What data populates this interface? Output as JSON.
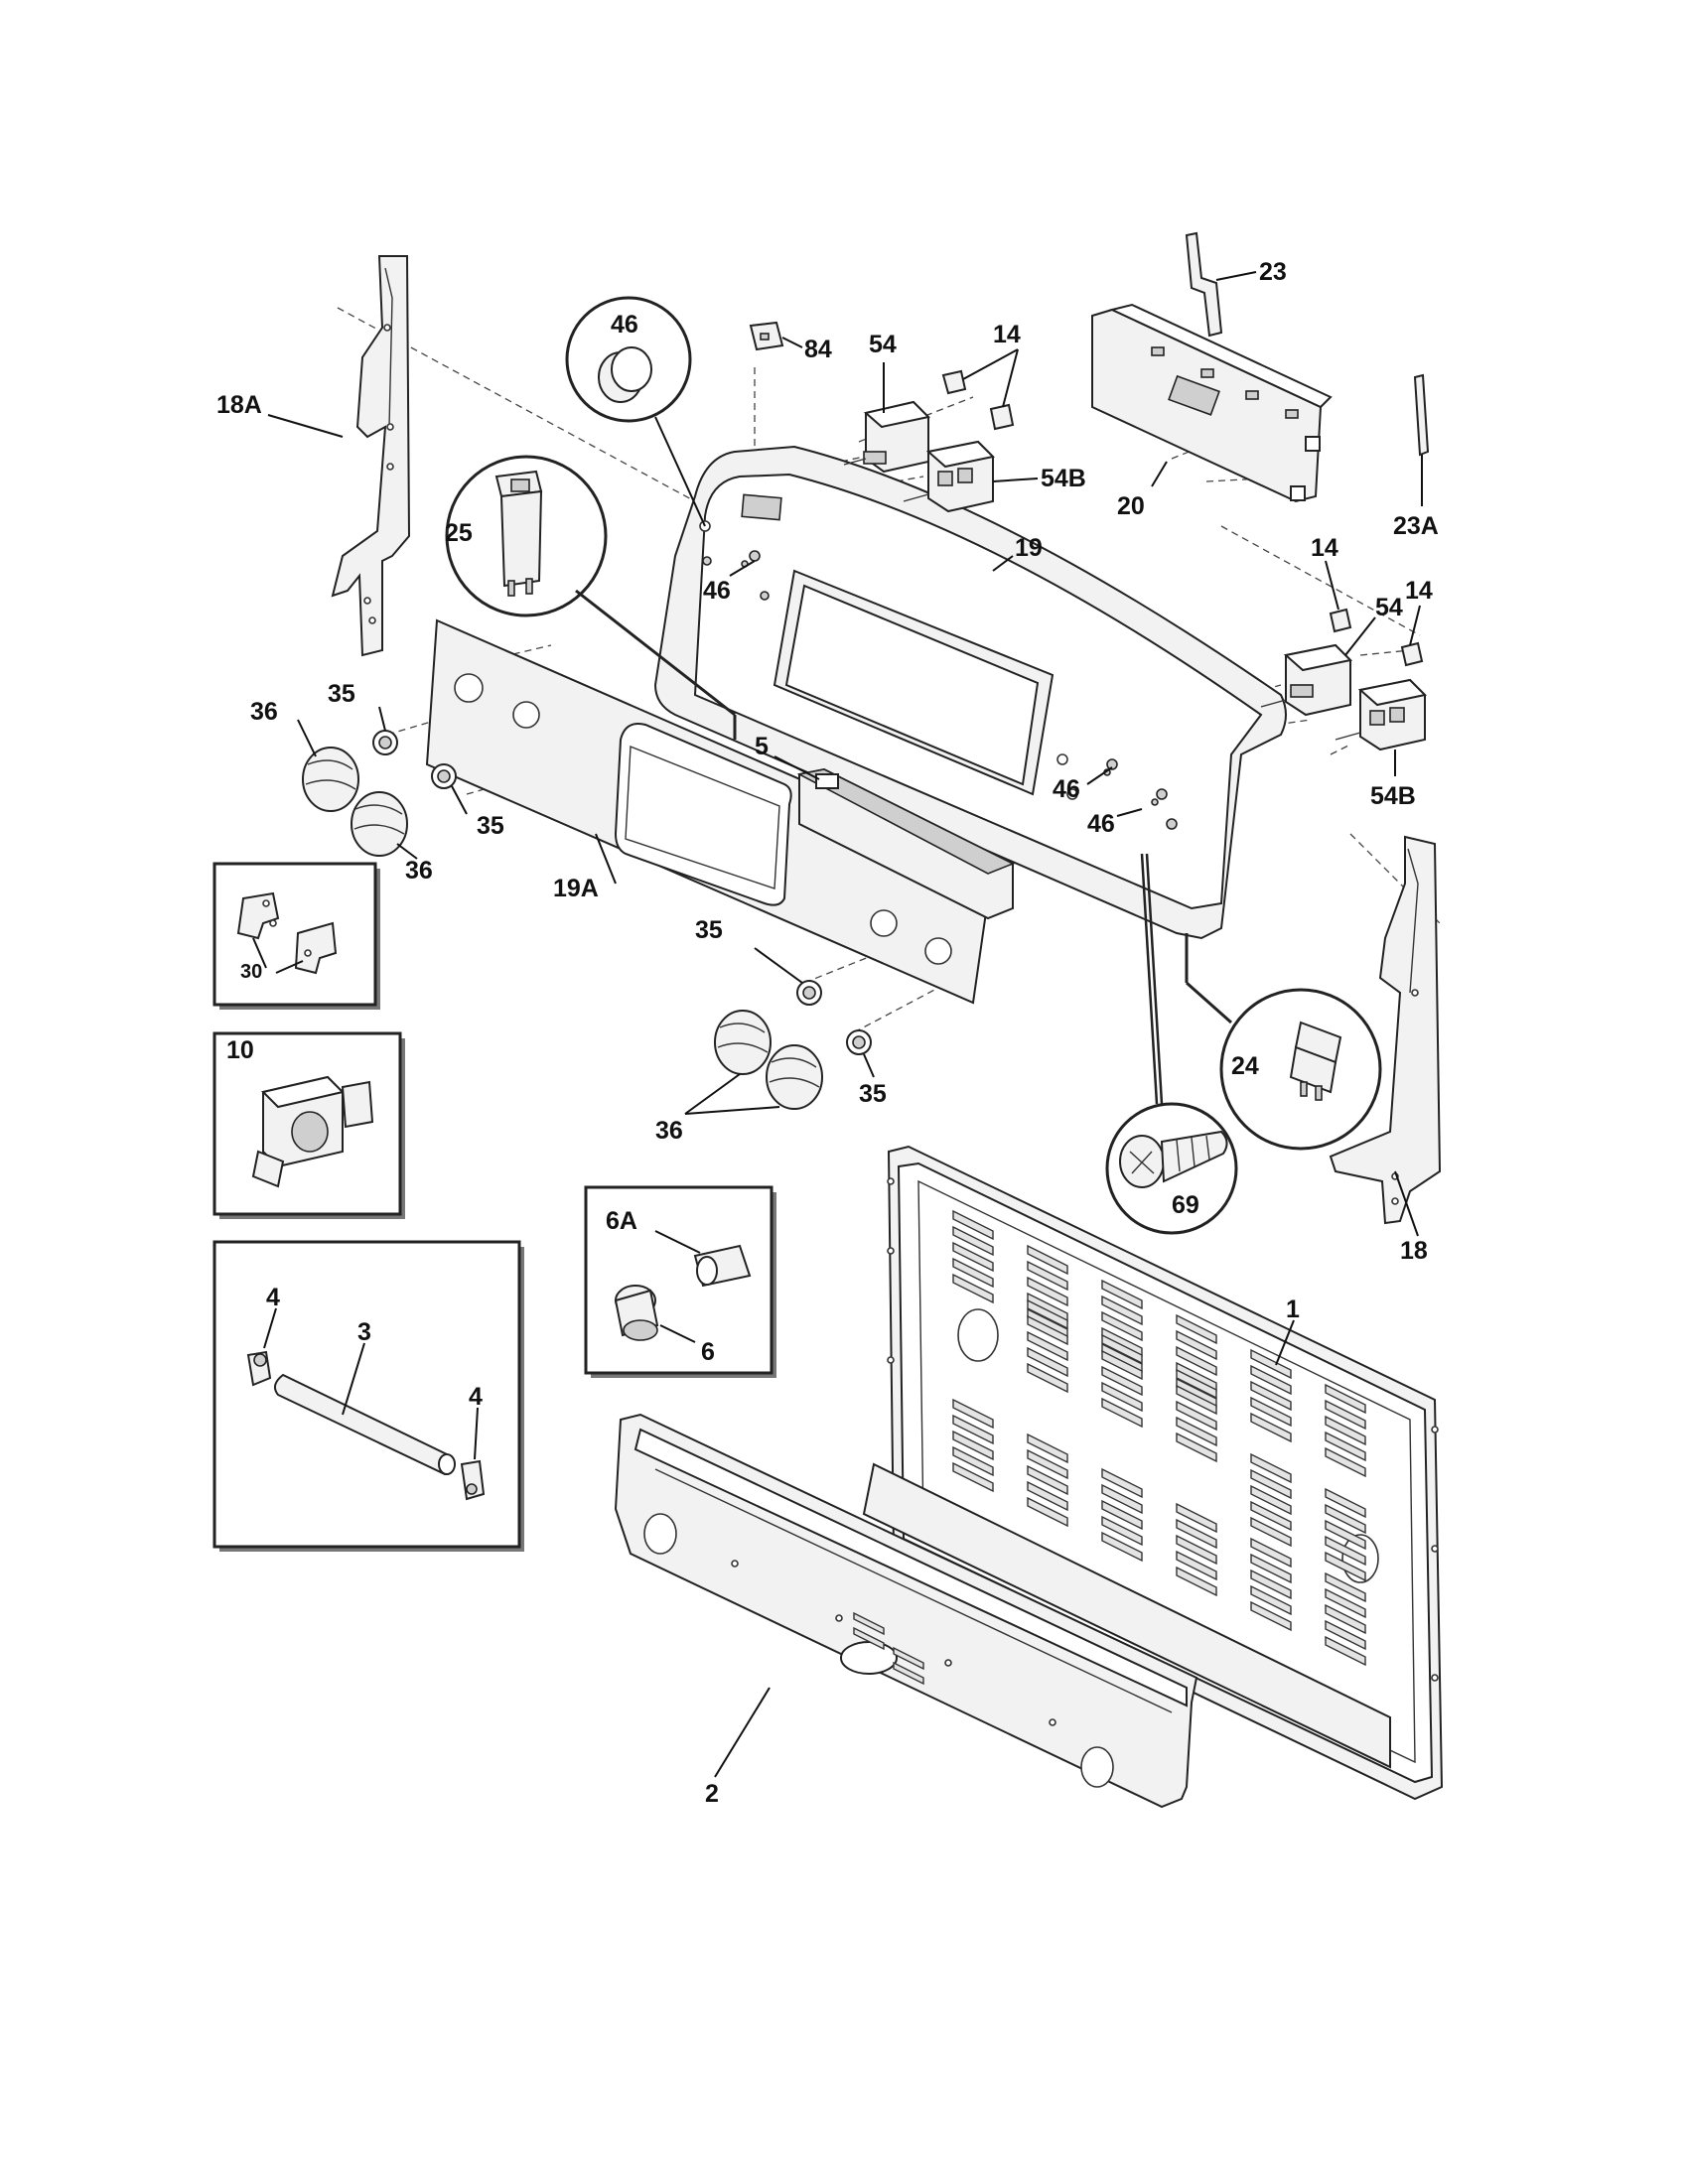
{
  "diagram": {
    "labels": {
      "p23": "23",
      "p14a": "14",
      "p54a": "54",
      "p84": "84",
      "p46a": "46",
      "p18A": "18A",
      "p54Ba": "54B",
      "p20": "20",
      "p23A": "23A",
      "p25": "25",
      "p46b": "46",
      "p19": "19",
      "p14b": "14",
      "p54b": "54",
      "p14c": "14",
      "p35a": "35",
      "p36a": "36",
      "p5": "5",
      "p46c": "46",
      "p46d": "46",
      "p54Bb": "54B",
      "p35b": "35",
      "p36b": "36",
      "p19A": "19A",
      "p30": "30",
      "p35c": "35",
      "p24": "24",
      "p10": "10",
      "p36c": "36",
      "p35d": "35",
      "p69": "69",
      "p18": "18",
      "p6A": "6A",
      "p1": "1",
      "p4a": "4",
      "p3": "3",
      "p6": "6",
      "p4b": "4",
      "p2": "2"
    }
  }
}
